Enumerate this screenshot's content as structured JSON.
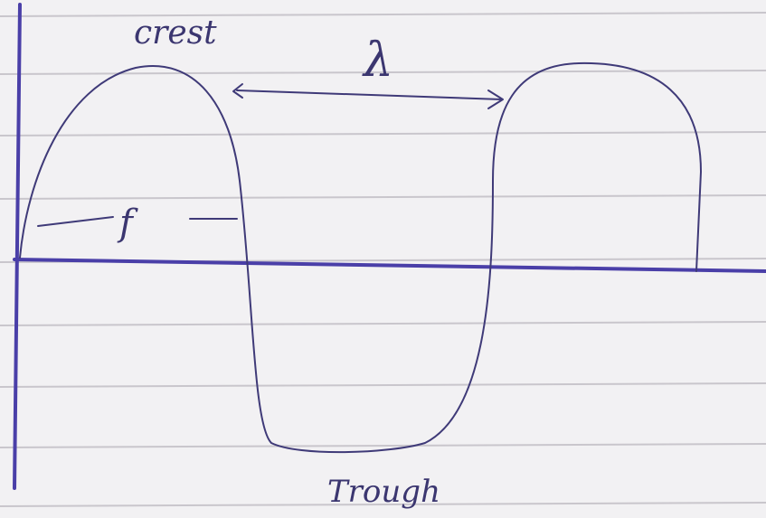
{
  "labels": {
    "crest": "crest",
    "wavelength_symbol": "λ",
    "frequency_symbol": "f",
    "trough": "Trough"
  },
  "colors": {
    "paper": "#f2f1f3",
    "rule_lines": "#c9c6cc",
    "axis_ink": "#4a3fa8",
    "pen_ink": "#3f3a78"
  }
}
